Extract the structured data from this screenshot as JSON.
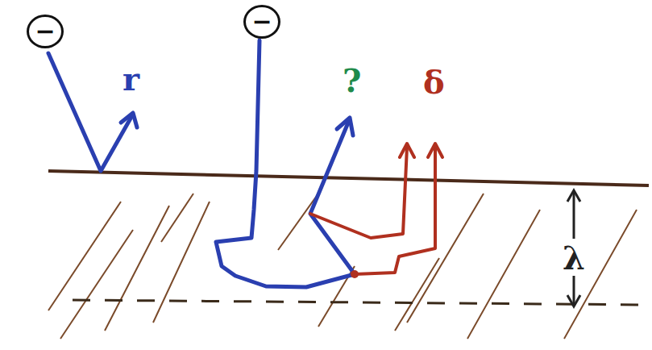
{
  "diagram": {
    "nodes": [
      {
        "text": [
          "−"
        ]
      },
      {
        "text": [
          "−"
        ]
      }
    ],
    "labels": [
      "r",
      "?",
      "δ",
      "λ"
    ]
  }
}
